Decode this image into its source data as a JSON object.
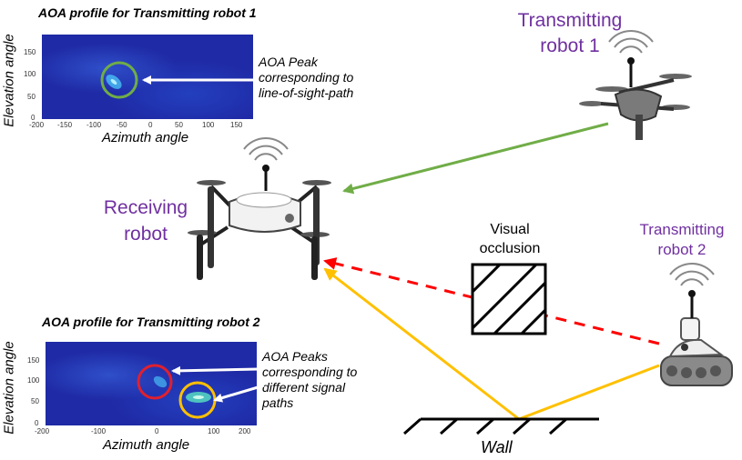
{
  "panel1": {
    "title": "AOA profile for Transmitting robot 1",
    "ylabel": "Elevation angle",
    "xlabel": "Azimuth angle",
    "yticks": [
      "150",
      "100",
      "50",
      "0"
    ],
    "xticks": [
      "-200",
      "-150",
      "-100",
      "-50",
      "0",
      "50",
      "100",
      "150"
    ],
    "annotation": [
      "AOA Peak",
      "corresponding to",
      "line-of-sight-path"
    ]
  },
  "panel2": {
    "title": "AOA profile for Transmitting robot 2",
    "ylabel": "Elevation angle",
    "xlabel": "Azimuth angle",
    "yticks": [
      "150",
      "100",
      "50",
      "0"
    ],
    "xticks": [
      "-200",
      "-100",
      "0",
      "100",
      "200"
    ],
    "annotation": [
      "AOA Peaks",
      "corresponding to",
      "different signal",
      "paths"
    ]
  },
  "labels": {
    "tx1": [
      "Transmitting",
      "robot 1"
    ],
    "receiver": [
      "Receiving",
      "robot"
    ],
    "tx2": [
      "Transmitting",
      "robot 2"
    ],
    "occlusion": [
      "Visual",
      "occlusion"
    ],
    "wall": "Wall"
  },
  "colors": {
    "purple": "#7030a0",
    "green": "#70ad47",
    "red": "#ff0000",
    "orange": "#ffc000",
    "heatmap": "#1f2aa6"
  },
  "icons": [
    "drone-icon",
    "ground-robot-icon",
    "antenna-icon",
    "occlusion-box-icon",
    "wall-icon"
  ]
}
